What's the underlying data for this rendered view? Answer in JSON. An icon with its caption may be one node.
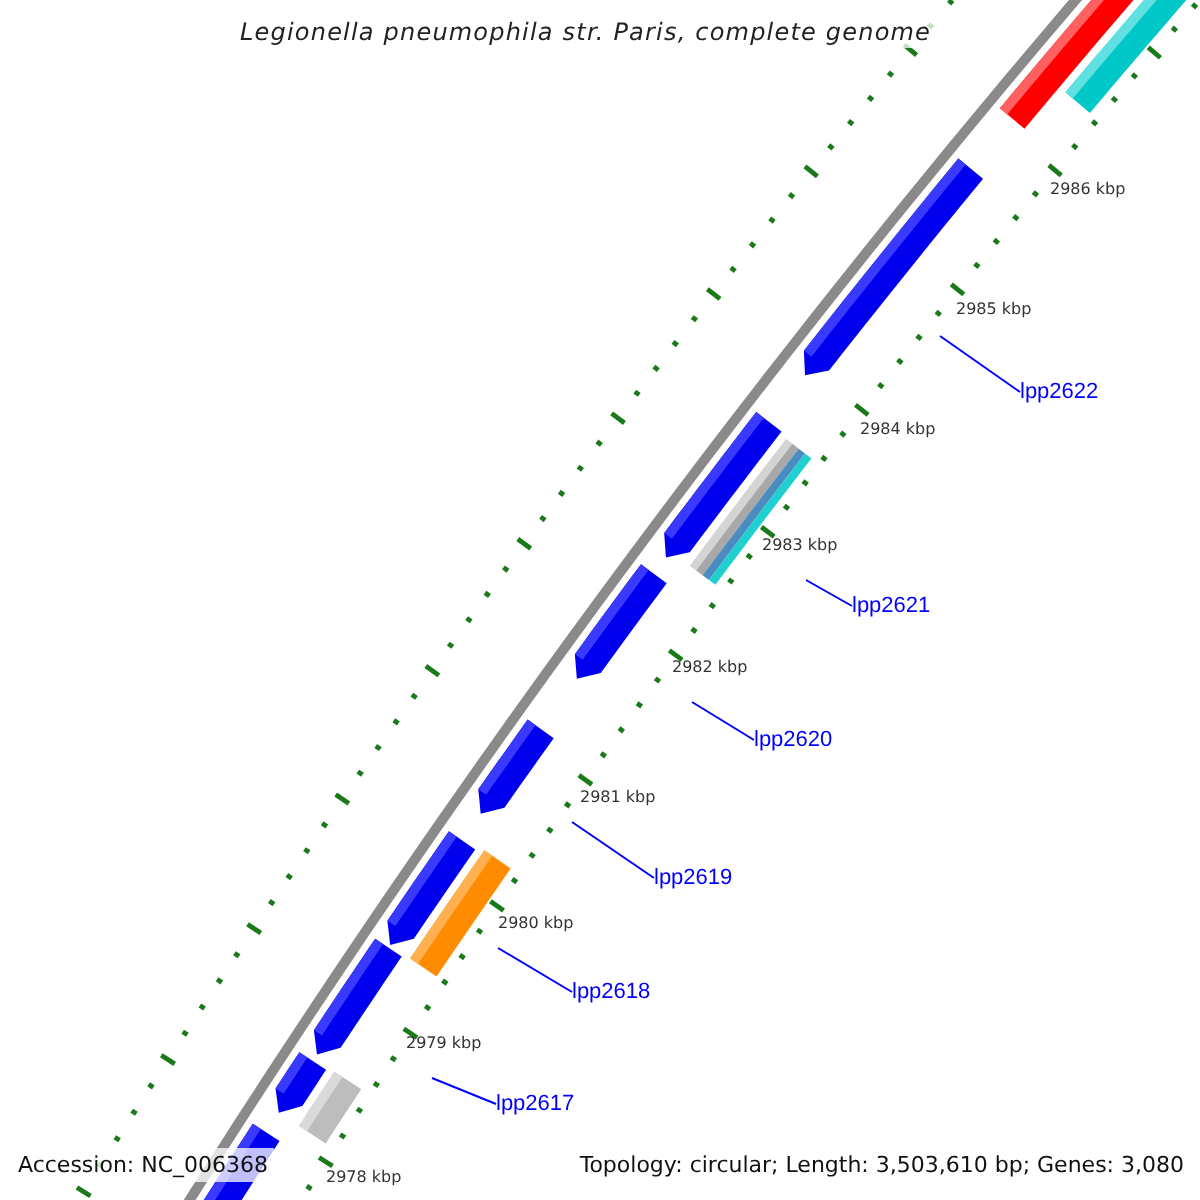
{
  "diagram": {
    "title": "Legionella pneumophila str. Paris, complete genome",
    "nodes": [
      {
        "text": [
          "lpp2622"
        ]
      },
      {
        "text": [
          "lpp2621"
        ]
      },
      {
        "text": [
          "lpp2620"
        ]
      },
      {
        "text": [
          "lpp2619"
        ]
      },
      {
        "text": [
          "lpp2618"
        ]
      },
      {
        "text": [
          "lpp2617"
        ]
      }
    ],
    "edges": [
      {
        "from": 0,
        "to": null,
        "arrow": "none"
      },
      {
        "from": 1,
        "to": null,
        "arrow": "none"
      },
      {
        "from": 2,
        "to": null,
        "arrow": "none"
      },
      {
        "from": 3,
        "to": null,
        "arrow": "none"
      },
      {
        "from": 4,
        "to": null,
        "arrow": "none"
      },
      {
        "from": 5,
        "to": null,
        "arrow": "none"
      }
    ],
    "labels": [
      "2986 kbp",
      "2985 kbp",
      "2984 kbp",
      "2983 kbp",
      "2982 kbp",
      "2981 kbp",
      "2980 kbp",
      "2979 kbp",
      "2978 kbp",
      "Accession: NC_006368",
      "Topology: circular; Length: 3,503,610 bp; Genes: 3,080"
    ]
  }
}
